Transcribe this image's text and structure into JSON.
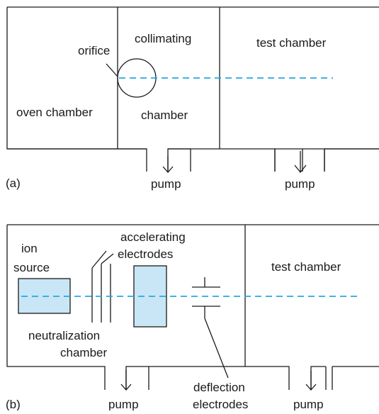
{
  "diagram_a": {
    "panel_label": "(a)",
    "orifice_label": "orifice",
    "collimating_label_line1": "collimating",
    "collimating_label_line2": "chamber",
    "oven_label": "oven chamber",
    "test_label": "test chamber",
    "pump_left_label": "pump",
    "pump_right_label": "pump"
  },
  "diagram_b": {
    "panel_label": "(b)",
    "ion_source_line1": "ion",
    "ion_source_line2": "source",
    "accelerating_line1": "accelerating",
    "accelerating_line2": "electrodes",
    "neutralization_line1": "neutralization",
    "neutralization_line2": "chamber",
    "test_label": "test chamber",
    "deflection_line1": "deflection",
    "deflection_line2": "electrodes",
    "pump_left_label": "pump",
    "pump_right_label": "pump"
  },
  "colors": {
    "beam": "#29a8de",
    "component_fill": "#c9e6f6",
    "line": "#1a1a1a"
  }
}
